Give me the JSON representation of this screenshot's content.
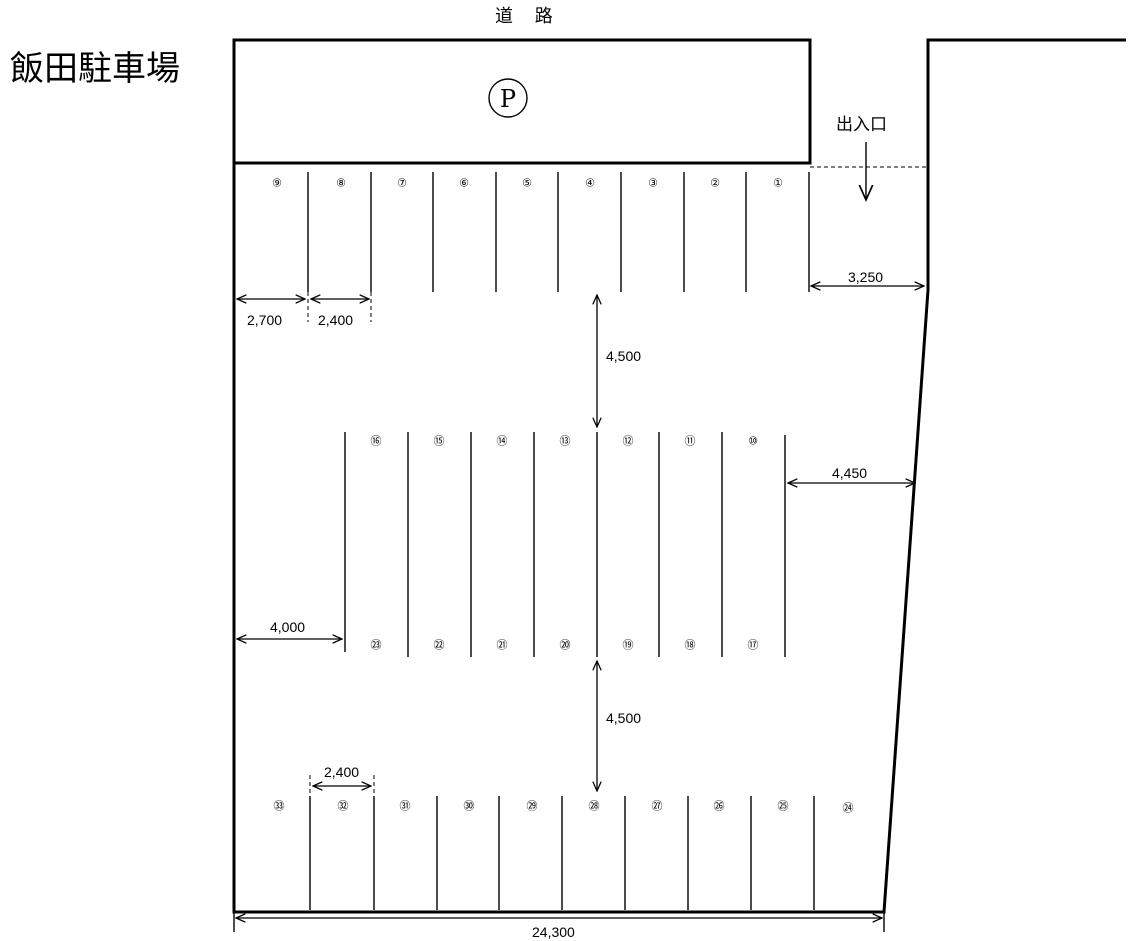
{
  "title": "飯田駐車場",
  "road_label": "道 路",
  "entrance_label": "出入口",
  "parking_symbol": "P",
  "dimensions": {
    "entrance_gap": "3,250",
    "left_margin_top": "2,700",
    "slot_width_top": "2,400",
    "aisle_top": "4,500",
    "right_margin_mid": "4,450",
    "left_margin_mid": "4,000",
    "aisle_bottom": "4,500",
    "slot_width_bottom": "2,400",
    "total_width": "24,300"
  },
  "slots": {
    "top_row": [
      "⑨",
      "⑧",
      "⑦",
      "⑥",
      "⑤",
      "④",
      "③",
      "②",
      "①"
    ],
    "middle_top_row": [
      "⑯",
      "⑮",
      "⑭",
      "⑬",
      "⑫",
      "⑪",
      "⑩"
    ],
    "middle_bottom_row": [
      "㉓",
      "㉒",
      "㉑",
      "⑳",
      "⑲",
      "⑱",
      "⑰"
    ],
    "bottom_row": [
      "㉝",
      "㉜",
      "㉛",
      "㉚",
      "㉙",
      "㉘",
      "㉗",
      "㉖",
      "㉕",
      "㉔"
    ]
  }
}
